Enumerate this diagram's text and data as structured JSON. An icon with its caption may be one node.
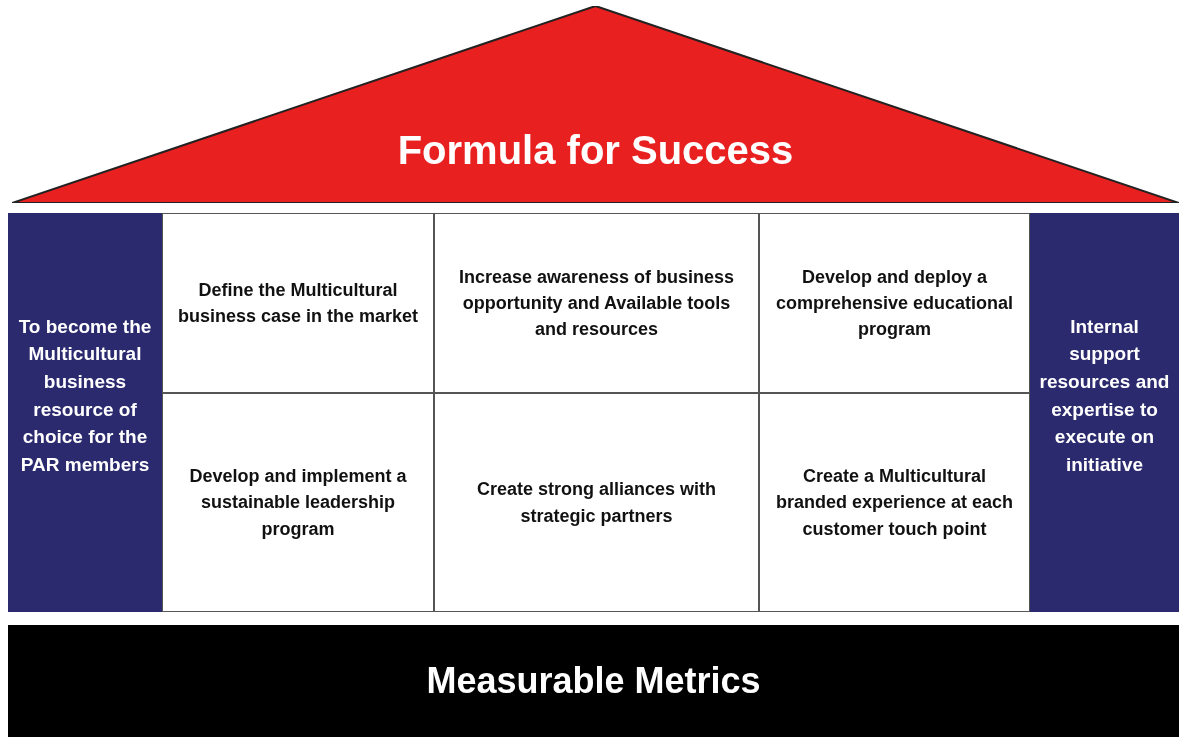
{
  "diagram": {
    "nodes": [
      {
        "text": [
          "Formula for Success"
        ]
      },
      {
        "text": [
          "To become the Multicultural business resource of choice for the PAR members"
        ]
      },
      {
        "text": [
          "Define the Multicultural business case in the market"
        ]
      },
      {
        "text": [
          "Increase awareness of business opportunity and Available tools and resources"
        ]
      },
      {
        "text": [
          "Develop and deploy a comprehensive educational program"
        ]
      },
      {
        "text": [
          "Develop and implement a sustainable leadership program"
        ]
      },
      {
        "text": [
          "Create strong alliances with strategic partners"
        ]
      },
      {
        "text": [
          "Create a Multicultural branded experience at each customer touch point"
        ]
      },
      {
        "text": [
          "Internal support resources and expertise to execute on initiative"
        ]
      },
      {
        "text": [
          "Measurable Metrics"
        ]
      }
    ],
    "edges": []
  }
}
